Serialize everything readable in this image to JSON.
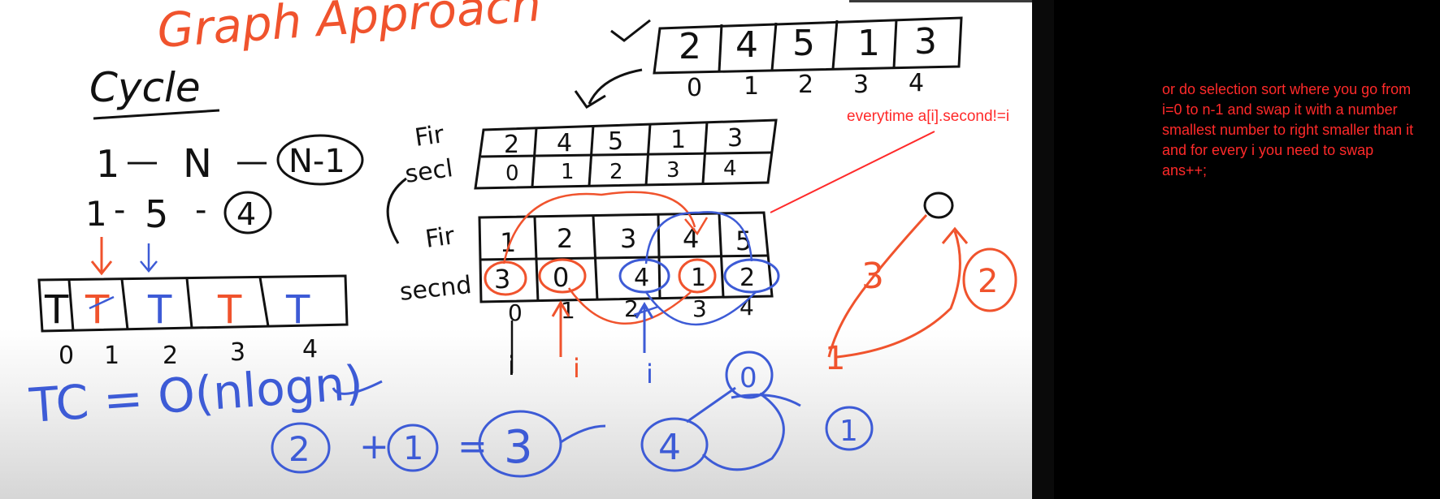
{
  "board": {
    "title": "Graph Approach",
    "cycle_heading": "Cycle",
    "top_array": {
      "values": [
        "2",
        "4",
        "5",
        "1",
        "3"
      ],
      "indices": [
        "0",
        "1",
        "2",
        "3",
        "4"
      ]
    },
    "pair_table_1": {
      "first_label": "Fir",
      "second_label": "secl",
      "first": [
        "2",
        "4",
        "5",
        "1",
        "3"
      ],
      "second": [
        "0",
        "1",
        "2",
        "3",
        "4"
      ]
    },
    "pair_table_2": {
      "first_label": "Fir",
      "second_label": "secnd",
      "first": [
        "1",
        "2",
        "3",
        "4",
        "5"
      ],
      "second": [
        "3",
        "0",
        "4",
        "1",
        "2"
      ],
      "indices": [
        "0",
        "1",
        "2",
        "3",
        "4"
      ]
    },
    "formula_1": {
      "a": "1",
      "dash": "—",
      "b": "N",
      "c": "N-1"
    },
    "formula_2": {
      "a": "1",
      "dash": "-",
      "b": "5",
      "c": "4"
    },
    "visited_array": {
      "values": [
        "T",
        "T",
        "T",
        "T",
        "T"
      ],
      "indices": [
        "0",
        "1",
        "2",
        "3",
        "4"
      ]
    },
    "complexity": "TC = O(nlogn)",
    "sum": {
      "a": "2",
      "b": "1",
      "result": "3"
    },
    "pointer": "i",
    "graph_nodes": [
      "0",
      "3",
      "2",
      "1",
      "4",
      "0",
      "1"
    ]
  },
  "notes": {
    "inline": "everytime a[i].second!=i",
    "side": "or do selection sort where you go from i=0 to n-1 and swap it with a number smallest number to right smaller than it and for every i you need to swap ans++;"
  },
  "colors": {
    "ink": "#111111",
    "red": "#f0532d",
    "blue": "#3d5bd6",
    "note": "#ff2a2a",
    "background": "#000000"
  }
}
